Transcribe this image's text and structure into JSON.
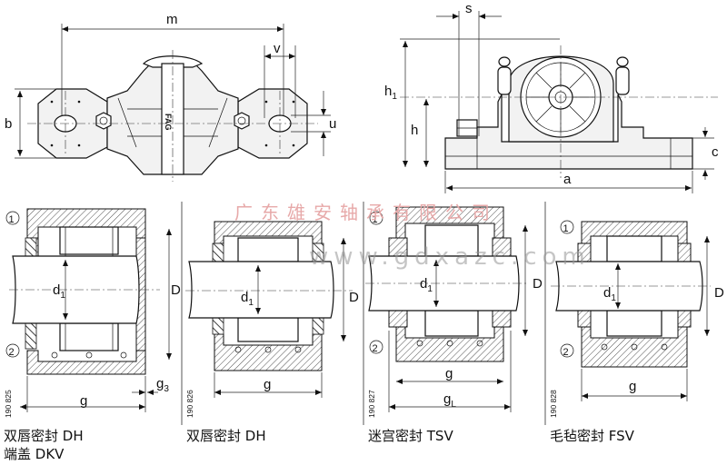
{
  "watermark": {
    "company": "广东雄安轴承有限公司",
    "url": "www.gdxazc.com"
  },
  "top_left_dims": {
    "m": "m",
    "v": "v",
    "b": "b",
    "u": "u"
  },
  "top_right_dims": {
    "s": "s",
    "h1": "h",
    "h1_sub": "1",
    "h": "h",
    "a": "a",
    "c": "c"
  },
  "panels": [
    {
      "code": "190 825",
      "marker1": "1",
      "marker2": "2",
      "d1": "d",
      "d1_sub": "1",
      "D": "D",
      "g": "g",
      "g3": "g",
      "g3_sub": "3",
      "caption_line1": "双唇密封 DH",
      "caption_line2": "端盖 DKV"
    },
    {
      "code": "190 826",
      "d1": "d",
      "d1_sub": "1",
      "D": "D",
      "g": "g",
      "caption_line1": "双唇密封 DH"
    },
    {
      "code": "190 827",
      "marker1": "1",
      "marker2": "2",
      "d1": "d",
      "d1_sub": "1",
      "D": "D",
      "g": "g",
      "gL": "g",
      "gL_sub": "L",
      "caption_line1": "迷宫密封 TSV"
    },
    {
      "code": "190 828",
      "marker1": "1",
      "marker2": "2",
      "d1": "d",
      "d1_sub": "1",
      "D": "D",
      "g": "g",
      "caption_line1": "毛毡密封 FSV"
    }
  ]
}
